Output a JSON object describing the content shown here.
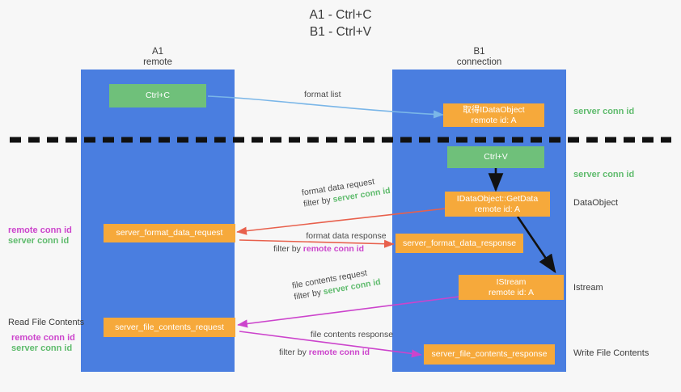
{
  "title": {
    "line1": "A1 - Ctrl+C",
    "line2": "B1 - Ctrl+V"
  },
  "columns": [
    {
      "name": "A1",
      "sub": "remote"
    },
    {
      "name": "B1",
      "sub": "connection"
    }
  ],
  "colors": {
    "lane": "#4a7ee0",
    "orange": "#f6a93b",
    "green": "#6fc07a",
    "green_text": "#5fbb6d",
    "magenta_text": "#cc44cc",
    "arrow_blue": "#7ab6e8",
    "arrow_red": "#e8604c",
    "arrow_magenta": "#cc44cc",
    "arrow_dark": "#111111",
    "background": "#f7f7f7"
  },
  "nodes": {
    "ctrl_c": {
      "label": "Ctrl+C"
    },
    "ctrl_v": {
      "label": "Ctrl+V"
    },
    "idataobject_top": {
      "line1": "取得IDataObject",
      "line2": "remote id: A"
    },
    "idataobject_getdata": {
      "line1": "IDataObject::GetData",
      "line2": "remote id: A"
    },
    "istream": {
      "line1": "IStream",
      "line2": "remote id: A"
    },
    "server_format_data_request": {
      "label": "server_format_data_request"
    },
    "server_format_data_response": {
      "label": "server_format_data_response"
    },
    "server_file_contents_request": {
      "label": "server_file_contents_request"
    },
    "server_file_contents_response": {
      "label": "server_file_contents_response"
    }
  },
  "edge_labels": {
    "format_list": "format list",
    "format_data_request": "format data request",
    "format_data_request_filter_prefix": "filter by ",
    "format_data_request_filter_key": "server conn id",
    "format_data_response": "format data response",
    "format_data_response_filter_prefix": "filter by ",
    "format_data_response_filter_key": "remote conn id",
    "file_contents_request": "file contents request",
    "file_contents_request_filter_prefix": "filter by ",
    "file_contents_request_filter_key": "server conn id",
    "file_contents_response": "file contents response",
    "file_contents_response_filter_prefix": "filter by ",
    "file_contents_response_filter_key": "remote conn id"
  },
  "right_labels": {
    "server_conn_id_top": "server conn id",
    "server_conn_id_mid": "server conn id",
    "data_object": "DataObject",
    "istream": "Istream",
    "write_file_contents": "Write File Contents"
  },
  "left_labels": {
    "remote_conn_id_1": "remote conn id",
    "server_conn_id_1": "server conn id",
    "read_file_contents": "Read File Contents",
    "remote_conn_id_2": "remote conn id",
    "server_conn_id_2": "server conn id"
  }
}
